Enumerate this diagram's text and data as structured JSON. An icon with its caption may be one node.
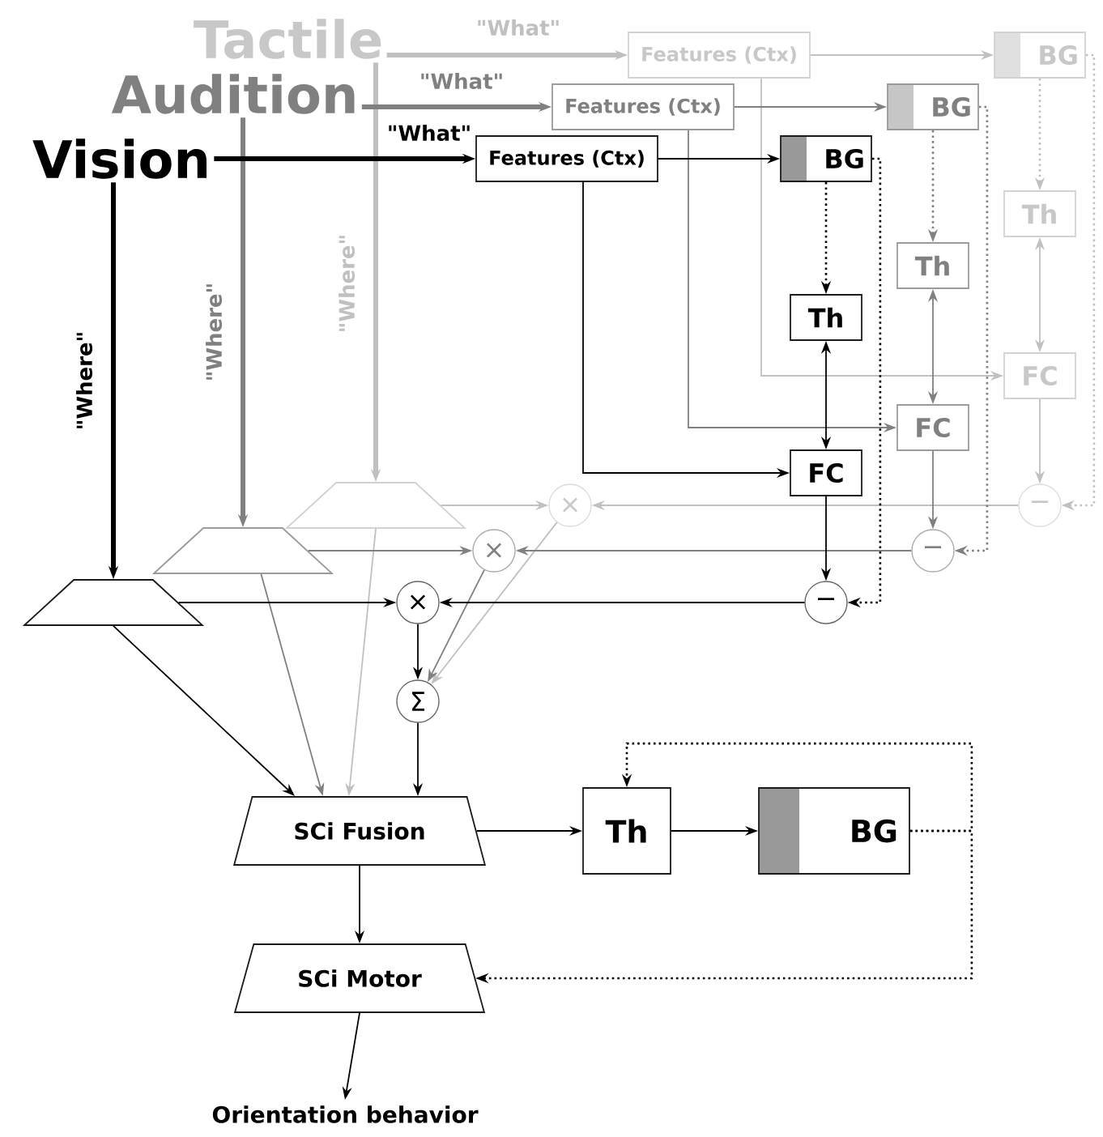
{
  "diagram": {
    "nodes": [
      {
        "text": [
          "Tactile"
        ]
      },
      {
        "text": [
          "Features (Ctx)"
        ]
      },
      {
        "text": [
          "BG"
        ]
      },
      {
        "text": [
          "Th"
        ]
      },
      {
        "text": [
          "FC"
        ]
      },
      {
        "text": [
          "−"
        ]
      },
      {
        "text": [
          "×"
        ]
      },
      {
        "text": [],
        "shape": "trapezoid"
      },
      {
        "text": [
          "Audition"
        ]
      },
      {
        "text": [
          "Features (Ctx)"
        ]
      },
      {
        "text": [
          "BG"
        ]
      },
      {
        "text": [
          "Th"
        ]
      },
      {
        "text": [
          "FC"
        ]
      },
      {
        "text": [
          "−"
        ]
      },
      {
        "text": [
          "×"
        ]
      },
      {
        "text": [],
        "shape": "trapezoid"
      },
      {
        "text": [
          "Vision"
        ]
      },
      {
        "text": [
          "Features (Ctx)"
        ]
      },
      {
        "text": [
          "BG"
        ]
      },
      {
        "text": [
          "Th"
        ]
      },
      {
        "text": [
          "FC"
        ]
      },
      {
        "text": [
          "−"
        ]
      },
      {
        "text": [
          "×"
        ]
      },
      {
        "text": [],
        "shape": "trapezoid"
      },
      {
        "text": [
          "Σ"
        ]
      },
      {
        "text": [
          "SCi Fusion"
        ]
      },
      {
        "text": [
          "Th"
        ]
      },
      {
        "text": [
          "BG"
        ]
      },
      {
        "text": [
          "SCi Motor"
        ]
      },
      {
        "text": [
          "Orientation behavior"
        ]
      }
    ],
    "edges": [
      {
        "from": 0,
        "to": 1,
        "arrow": "to",
        "style": "thick",
        "color": "#c0c0c0",
        "label": "\"What\""
      },
      {
        "from": 0,
        "to": 7,
        "arrow": "to",
        "style": "thick",
        "color": "#c0c0c0",
        "label": "\"Where\""
      },
      {
        "from": 1,
        "to": 2,
        "arrow": "to",
        "color": "#c0c0c0"
      },
      {
        "from": 2,
        "to": 3,
        "arrow": "to",
        "style": "dashed",
        "color": "#c0c0c0"
      },
      {
        "from": 3,
        "to": 4,
        "arrow": "both",
        "color": "#c0c0c0"
      },
      {
        "from": 1,
        "to": 4,
        "arrow": "to",
        "color": "#c0c0c0"
      },
      {
        "from": 4,
        "to": 5,
        "arrow": "to",
        "color": "#c0c0c0"
      },
      {
        "from": 2,
        "to": 5,
        "arrow": "to",
        "style": "dashed",
        "color": "#c0c0c0"
      },
      {
        "from": 5,
        "to": 6,
        "arrow": "to",
        "color": "#c0c0c0"
      },
      {
        "from": 7,
        "to": 6,
        "arrow": "to",
        "color": "#c0c0c0"
      },
      {
        "from": 6,
        "to": 24,
        "arrow": "to",
        "color": "#c0c0c0"
      },
      {
        "from": 7,
        "to": 25,
        "arrow": "to",
        "color": "#c0c0c0"
      },
      {
        "from": 8,
        "to": 9,
        "arrow": "to",
        "style": "thick",
        "color": "#808080",
        "label": "\"What\""
      },
      {
        "from": 8,
        "to": 15,
        "arrow": "to",
        "style": "thick",
        "color": "#808080",
        "label": "\"Where\""
      },
      {
        "from": 9,
        "to": 10,
        "arrow": "to",
        "color": "#808080"
      },
      {
        "from": 10,
        "to": 11,
        "arrow": "to",
        "style": "dashed",
        "color": "#808080"
      },
      {
        "from": 11,
        "to": 12,
        "arrow": "both",
        "color": "#808080"
      },
      {
        "from": 9,
        "to": 12,
        "arrow": "to",
        "color": "#808080"
      },
      {
        "from": 12,
        "to": 13,
        "arrow": "to",
        "color": "#808080"
      },
      {
        "from": 10,
        "to": 13,
        "arrow": "to",
        "style": "dashed",
        "color": "#808080"
      },
      {
        "from": 13,
        "to": 14,
        "arrow": "to",
        "color": "#808080"
      },
      {
        "from": 15,
        "to": 14,
        "arrow": "to",
        "color": "#808080"
      },
      {
        "from": 14,
        "to": 24,
        "arrow": "to",
        "color": "#808080"
      },
      {
        "from": 15,
        "to": 25,
        "arrow": "to",
        "color": "#808080"
      },
      {
        "from": 16,
        "to": 17,
        "arrow": "to",
        "style": "thick",
        "label": "\"What\""
      },
      {
        "from": 16,
        "to": 23,
        "arrow": "to",
        "style": "thick",
        "label": "\"Where\""
      },
      {
        "from": 17,
        "to": 18,
        "arrow": "to"
      },
      {
        "from": 18,
        "to": 19,
        "arrow": "to",
        "style": "dashed"
      },
      {
        "from": 19,
        "to": 20,
        "arrow": "both"
      },
      {
        "from": 17,
        "to": 20,
        "arrow": "to"
      },
      {
        "from": 20,
        "to": 21,
        "arrow": "to"
      },
      {
        "from": 18,
        "to": 21,
        "arrow": "to",
        "style": "dashed"
      },
      {
        "from": 21,
        "to": 22,
        "arrow": "to"
      },
      {
        "from": 23,
        "to": 22,
        "arrow": "to"
      },
      {
        "from": 22,
        "to": 24,
        "arrow": "to"
      },
      {
        "from": 23,
        "to": 25,
        "arrow": "to"
      },
      {
        "from": 24,
        "to": 25,
        "arrow": "to"
      },
      {
        "from": 25,
        "to": 26,
        "arrow": "to"
      },
      {
        "from": 26,
        "to": 27,
        "arrow": "to"
      },
      {
        "from": 27,
        "to": 26,
        "arrow": "to",
        "style": "dashed"
      },
      {
        "from": 27,
        "to": 28,
        "arrow": "to",
        "style": "dashed"
      },
      {
        "from": 25,
        "to": 28,
        "arrow": "to"
      },
      {
        "from": 28,
        "to": 29,
        "arrow": "to"
      }
    ]
  }
}
